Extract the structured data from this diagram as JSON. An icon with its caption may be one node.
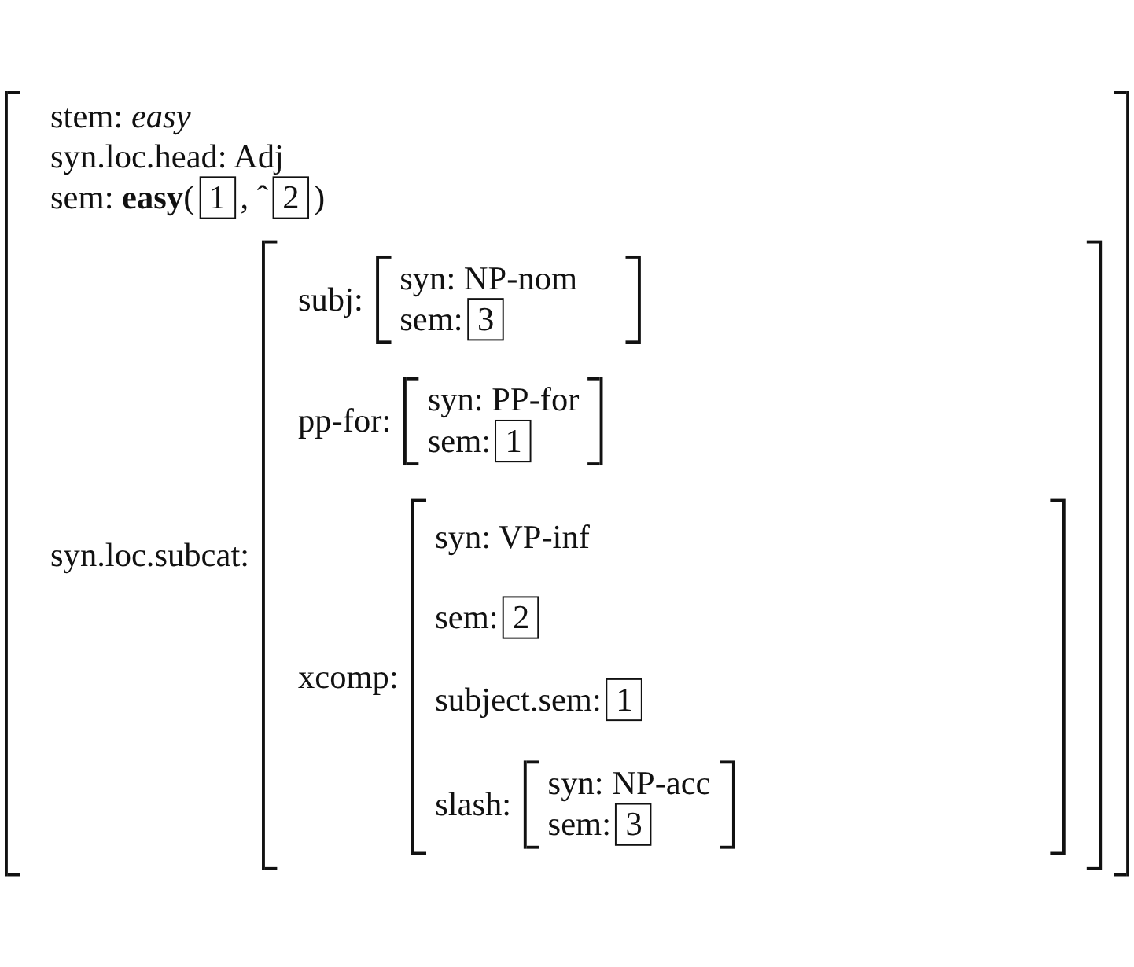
{
  "diagram": {
    "nodes": [
      {
        "text": [
          "stem: *easy*",
          "syn.loc.head: Adj",
          "sem: **easy**(",
          ", ˆ",
          ")",
          "syn.loc.subcat:"
        ]
      },
      {
        "text": [
          "1"
        ],
        "in": 0
      },
      {
        "text": [
          "2"
        ],
        "in": 0
      },
      {
        "text": [
          "subj:",
          "pp-for:",
          "xcomp:"
        ],
        "in": 0
      },
      {
        "text": [
          "syn: NP-nom",
          "sem:"
        ],
        "in": 3
      },
      {
        "text": [
          "3"
        ],
        "in": 4
      },
      {
        "text": [
          "syn: PP-for",
          "sem:"
        ],
        "in": 3
      },
      {
        "text": [
          "1"
        ],
        "in": 6
      },
      {
        "text": [
          "syn: VP-inf",
          "sem:",
          "subject.sem:",
          "slash:"
        ],
        "in": 3
      },
      {
        "text": [
          "2"
        ],
        "in": 8
      },
      {
        "text": [
          "1"
        ],
        "in": 8
      },
      {
        "text": [
          "syn: NP-acc",
          "sem:"
        ],
        "in": 8
      },
      {
        "text": [
          "3"
        ],
        "in": 11
      }
    ]
  }
}
